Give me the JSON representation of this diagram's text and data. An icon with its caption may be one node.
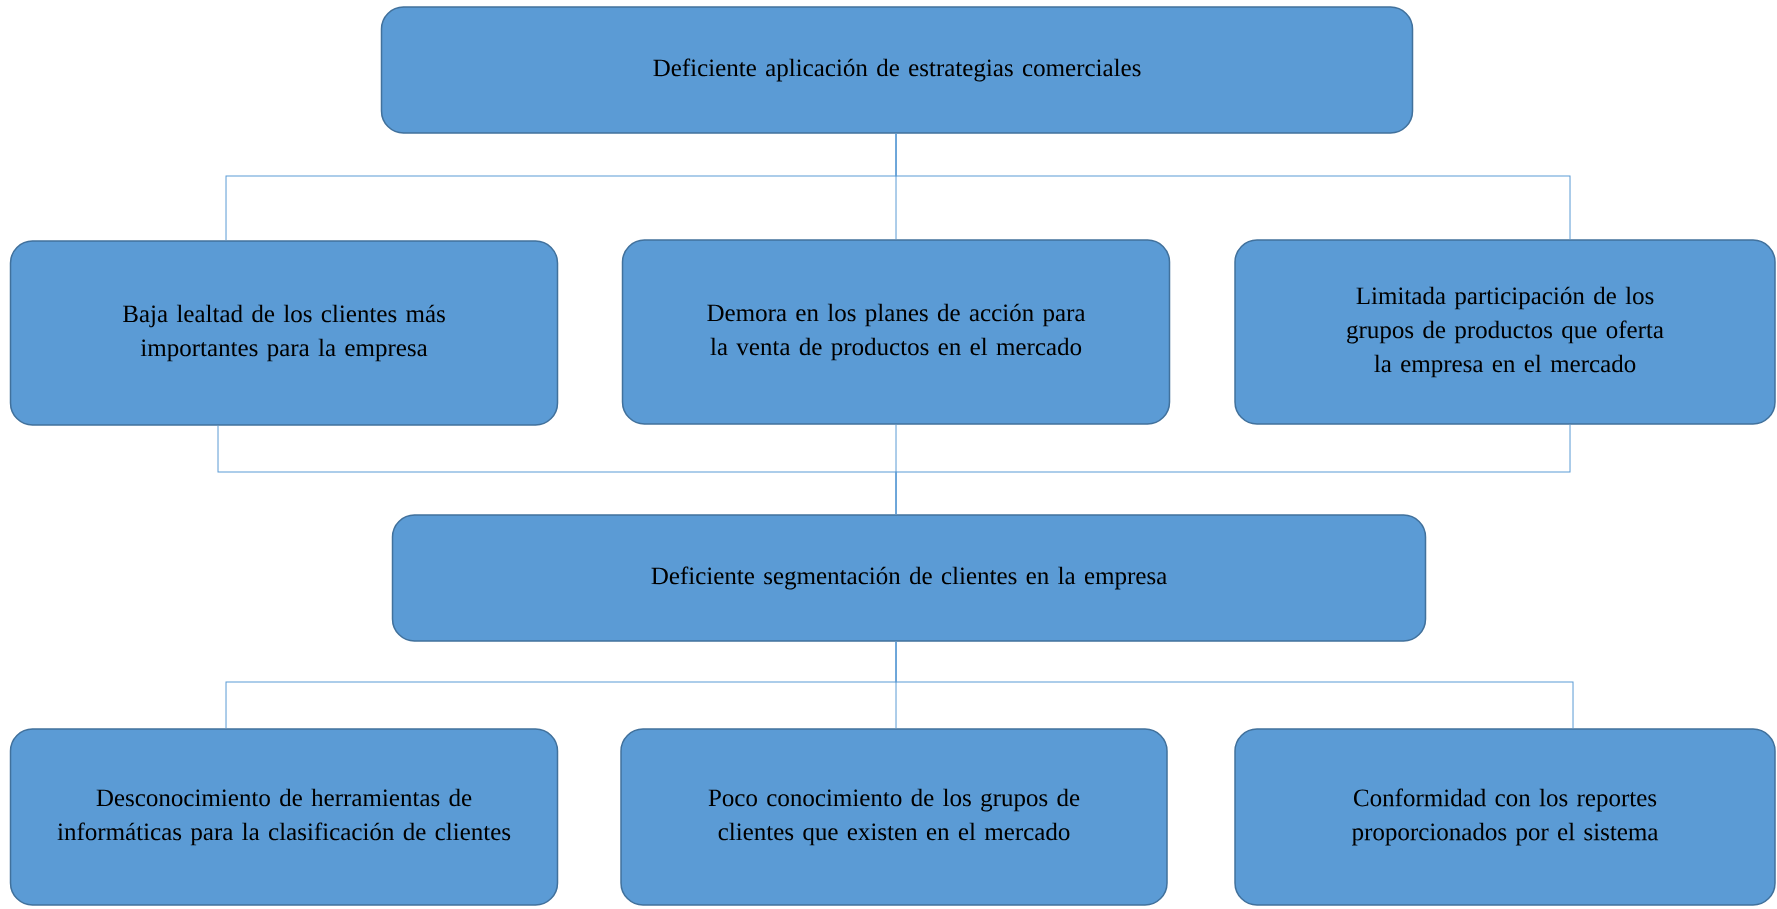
{
  "diagram": {
    "nodes": [
      {
        "text": [
          "Deficiente aplicación de estrategias comerciales"
        ]
      },
      {
        "text": [
          "Baja lealtad de los clientes más importantes para la empresa"
        ]
      },
      {
        "text": [
          "Demora en los planes de acción para la venta de productos en el mercado"
        ]
      },
      {
        "text": [
          "Limitada participación de los grupos de productos que oferta la empresa en el mercado"
        ]
      },
      {
        "text": [
          "Deficiente segmentación de clientes en la empresa"
        ]
      },
      {
        "text": [
          "Desconocimiento de herramientas de informáticas para la clasificación de clientes"
        ]
      },
      {
        "text": [
          "Poco conocimiento de los grupos de clientes que existen en el mercado"
        ]
      },
      {
        "text": [
          "Conformidad con los reportes proporcionados por el sistema"
        ]
      }
    ],
    "edges": [
      {
        "from": 0,
        "to": 1,
        "arrow": "none"
      },
      {
        "from": 0,
        "to": 2,
        "arrow": "none"
      },
      {
        "from": 0,
        "to": 3,
        "arrow": "none"
      },
      {
        "from": 1,
        "to": 4,
        "arrow": "none"
      },
      {
        "from": 2,
        "to": 4,
        "arrow": "none"
      },
      {
        "from": 3,
        "to": 4,
        "arrow": "none"
      },
      {
        "from": 4,
        "to": 5,
        "arrow": "none"
      },
      {
        "from": 4,
        "to": 6,
        "arrow": "none"
      },
      {
        "from": 4,
        "to": 7,
        "arrow": "none"
      }
    ]
  }
}
